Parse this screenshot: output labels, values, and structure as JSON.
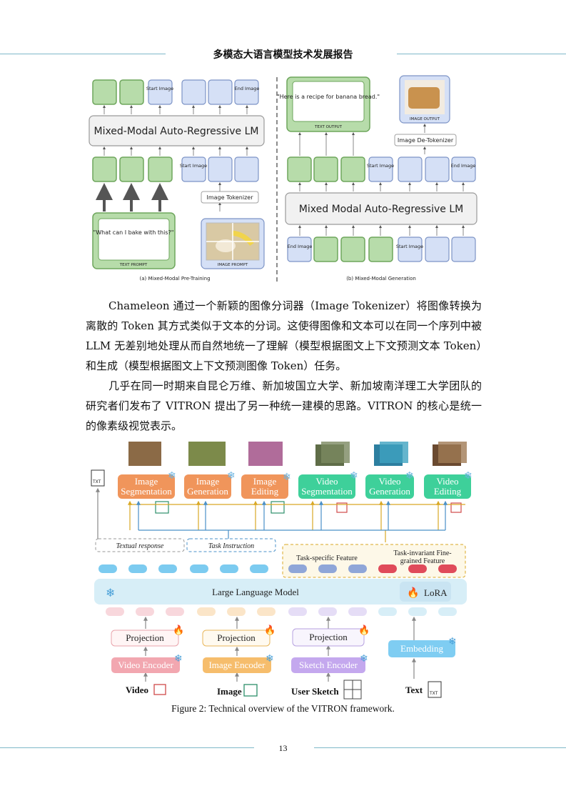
{
  "header": {
    "title": "多模态大语言模型技术发展报告"
  },
  "figure1": {
    "left": {
      "start_image": "Start Image",
      "end_image": "End Image",
      "lm_label": "Mixed-Modal Auto-Regressive LM",
      "image_tokenizer": "Image Tokenizer",
      "prompt_text": "\"What can I bake with this?\"",
      "text_prompt": "TEXT PROMPT",
      "image_prompt": "IMAGE PROMPT",
      "caption": "(a) Mixed-Modal Pre-Training"
    },
    "right": {
      "output_text": "\"Here is a recipe for banana bread.\"",
      "text_output": "TEXT OUTPUT",
      "image_output": "IMAGE OUTPUT",
      "image_detokenizer": "Image De-Tokenizer",
      "start_image": "Start Image",
      "end_image": "End Image",
      "lm_label": "Mixed Modal Auto-Regressive LM",
      "caption": "(b) Mixed-Modal Generation"
    }
  },
  "body": {
    "paragraphs": [
      "Chameleon 通过一个新颖的图像分词器（Image Tokenizer）将图像转换为离散的 Token 其方式类似于文本的分词。这使得图像和文本可以在同一个序列中被 LLM 无差别地处理从而自然地统一了理解（模型根据图文上下文预测文本 Token）和生成（模型根据图文上下文预测图像 Token）任务。",
      "几乎在同一时期来自昆仑万维、新加坡国立大学、新加坡南洋理工大学团队的研究者们发布了 VITRON 提出了另一种统一建模的思路。VITRON 的核心是统一的像素级视觉表示。"
    ]
  },
  "figure2": {
    "tasks": [
      "Image Segmentation",
      "Image Generation",
      "Image Editing",
      "Video Segmentation",
      "Video Generation",
      "Video Editing"
    ],
    "textual_response": "Textual response",
    "task_instruction": "Task Instruction",
    "task_specific": "Task-specific Feature",
    "task_invariant": "Task-invariant Fine-grained Feature",
    "llm": "Large Language Model",
    "lora": "LoRA",
    "projection": "Projection",
    "encoders": [
      "Video Encoder",
      "Image Encoder",
      "Sketch Encoder"
    ],
    "embedding": "Embedding",
    "inputs": [
      "Video",
      "Image",
      "User Sketch",
      "Text"
    ],
    "txt_icon": "TXT",
    "caption": "Figure 2: Technical overview of the VITRON framework."
  },
  "footer": {
    "page_number": "13"
  },
  "colors": {
    "accent_line": "#7fb9c9",
    "orange": "#f0955b",
    "green": "#3ed09a",
    "llm_blue": "#d7eef7"
  }
}
